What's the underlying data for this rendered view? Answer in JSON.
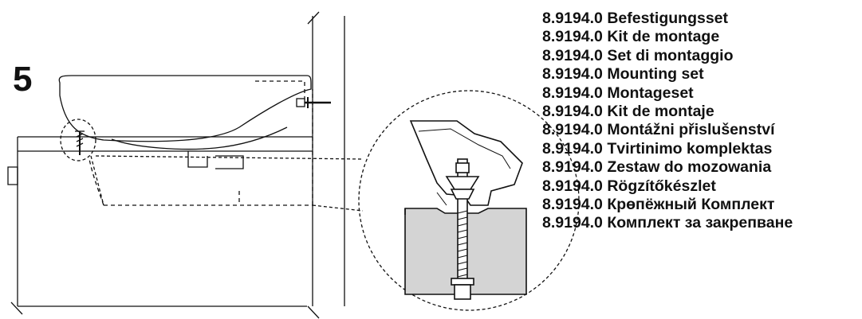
{
  "step": {
    "number": "5"
  },
  "parts": [
    "8.9194.0 Befestigungsset",
    "8.9194.0 Kit de montage",
    "8.9194.0 Set di montaggio",
    "8.9194.0 Mounting set",
    "8.9194.0 Montageset",
    "8.9194.0 Kit de montaje",
    "8.9194.0 Montážni přislušenství",
    "8.9194.0 Tvirtinimo komplektas",
    "8.9194.0 Zestaw do mozowania",
    "8.9194.0 Rögzítőkészlet",
    "8.9194.0 Крөпёжный Комплект",
    "8.9194.0 Комплект за закрепване"
  ],
  "colors": {
    "line": "#111111",
    "sectionFill": "#d4d4d4",
    "background": "#ffffff"
  }
}
